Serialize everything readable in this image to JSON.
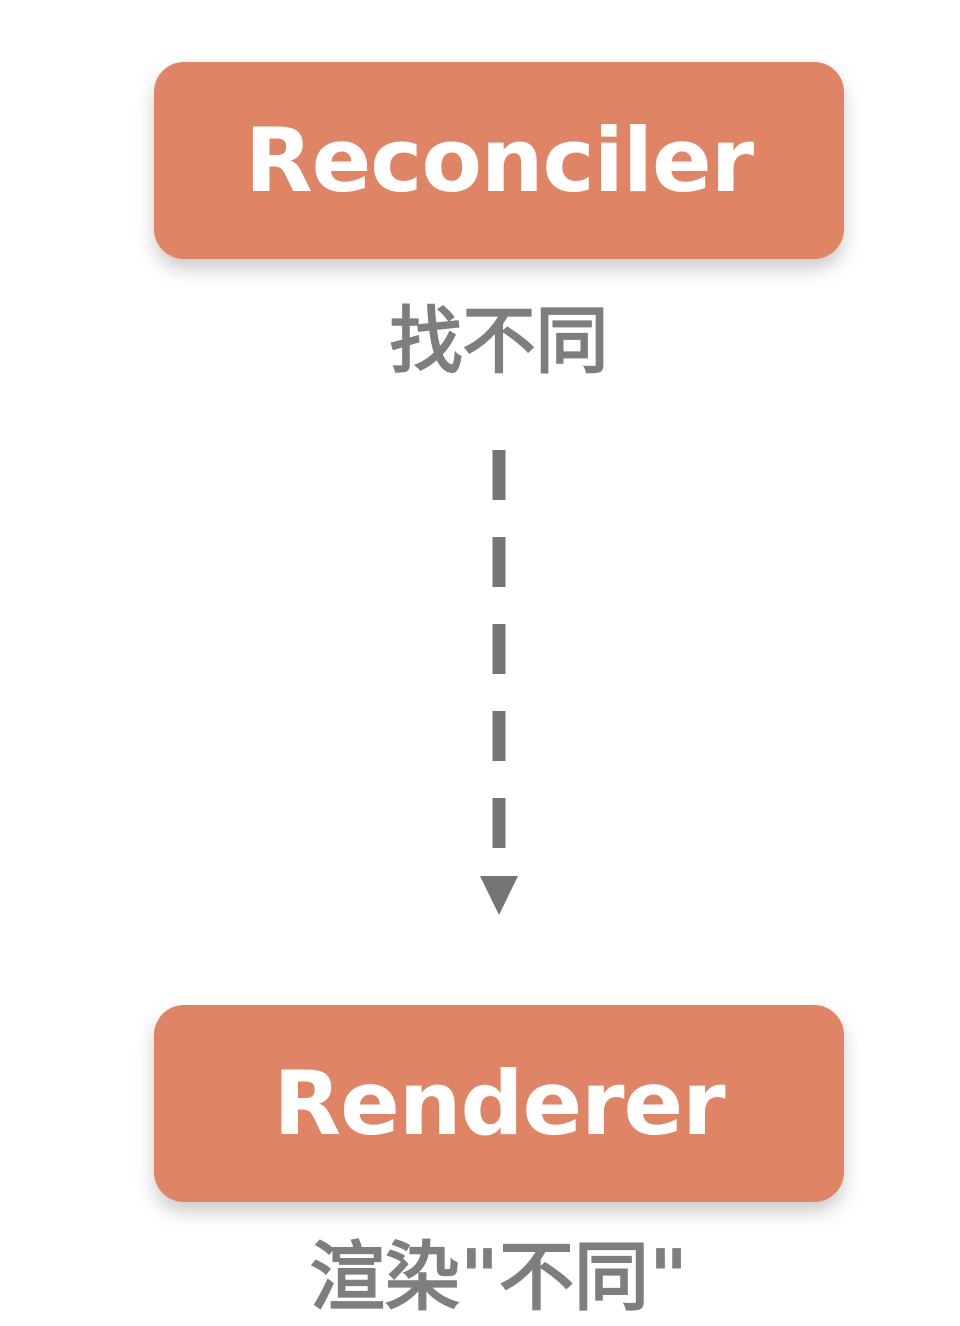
{
  "colors": {
    "background": "#ffffff",
    "node_fill": "#df8465",
    "node_text": "#ffffff",
    "caption_text": "#7e7e7e",
    "arrow": "#757575"
  },
  "nodes": [
    {
      "id": "reconciler",
      "label": "Reconciler",
      "caption": "找不同"
    },
    {
      "id": "renderer",
      "label": "Renderer",
      "caption": "渲染\"不同\""
    }
  ],
  "edge": {
    "from": "Reconciler",
    "to": "Renderer",
    "style": "dashed",
    "direction": "down"
  }
}
